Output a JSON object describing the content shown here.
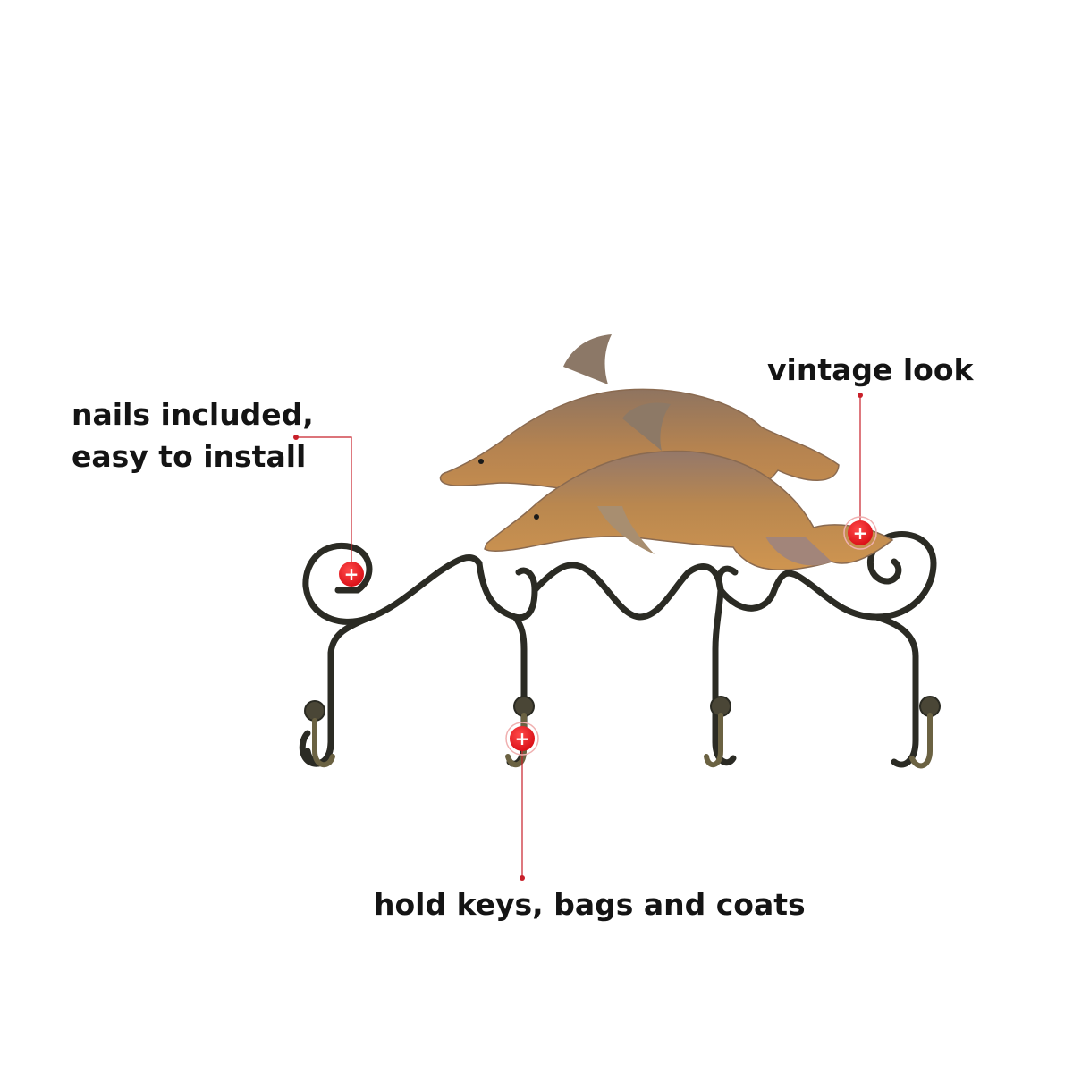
{
  "callouts": {
    "nails": {
      "line1": "nails included,",
      "line2": "easy to install"
    },
    "vintage": {
      "text": "vintage look"
    },
    "hold": {
      "text": "hold keys, bags and coats"
    }
  },
  "hotspot": {
    "glyph": "+"
  },
  "colors": {
    "hotspot": "#e8141c",
    "leader_line": "#c8202a",
    "dolphin": "#b07a48",
    "metal": "#2a2a22"
  }
}
